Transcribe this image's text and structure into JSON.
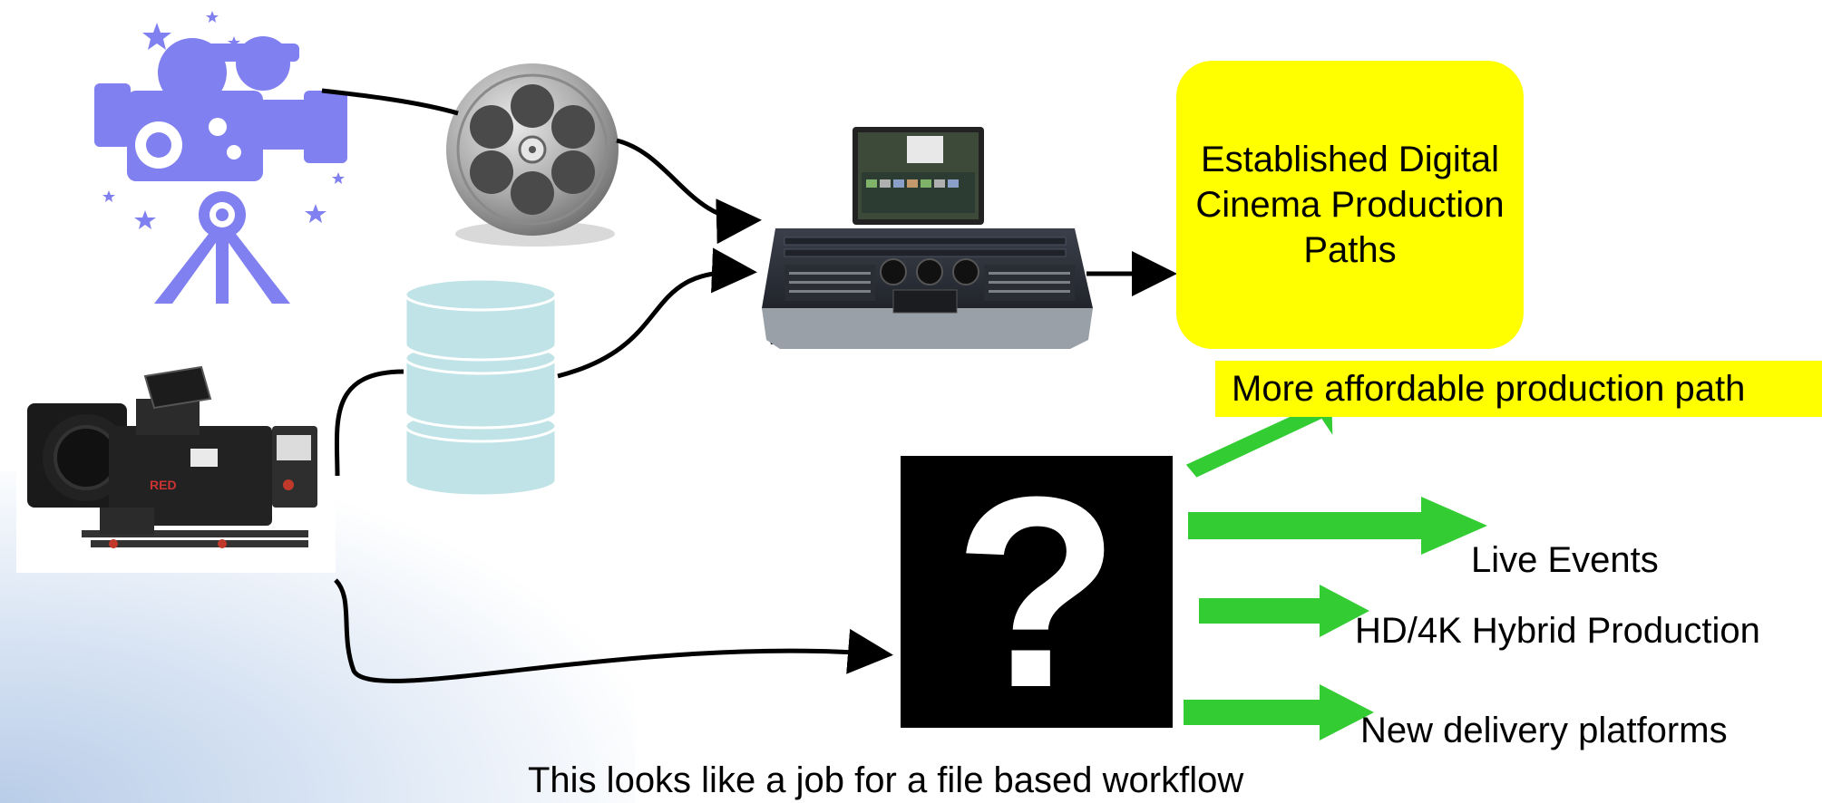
{
  "nodes": {
    "established": "Established Digital Cinema Production Paths",
    "question": "?"
  },
  "outcomes": {
    "affordable": "More affordable production path",
    "live": "Live Events",
    "hybrid": "HD/4K Hybrid Production",
    "delivery": "New delivery  platforms"
  },
  "caption": "This looks like a job for a file based workflow",
  "colors": {
    "highlight": "#ffff00",
    "arrow_green": "#33cc33",
    "film_camera": "#8080f0",
    "database": "#bfe3e6"
  },
  "icons": [
    "film-camera-icon",
    "film-reel-icon",
    "digital-cinema-camera-icon",
    "database-icon",
    "editing-console-icon"
  ]
}
